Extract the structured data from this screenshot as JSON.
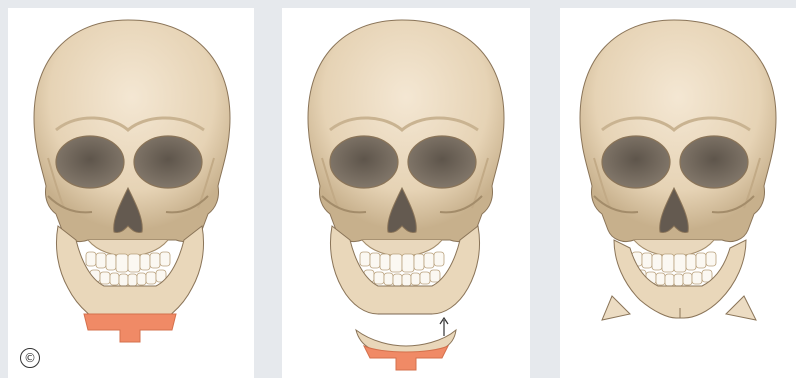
{
  "figure": {
    "copyright_symbol": "©",
    "panels": [
      {
        "id": "before",
        "mark": "t-shaped-chin-resection-region"
      },
      {
        "id": "during",
        "mark": "resected-chin-segment-with-upward-arrow"
      },
      {
        "id": "after",
        "mark": "mandibular-angle-fragments-removed"
      }
    ],
    "colors": {
      "bone": "#ecdcc3",
      "bone_shade": "#c9b391",
      "outline": "#8a7458",
      "orbit": "#6e6459",
      "teeth": "#fbf8f2",
      "resection": "#f08a66",
      "panel_bg": "#ffffff",
      "page_bg": "#e6e9ed"
    }
  }
}
